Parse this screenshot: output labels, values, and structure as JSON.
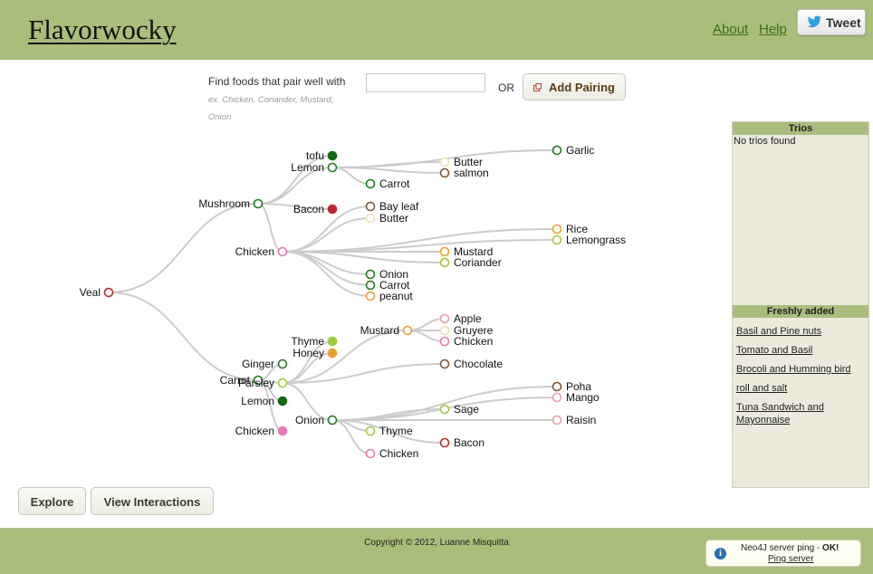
{
  "header": {
    "logo": "Flavorwocky",
    "nav": {
      "about": "About",
      "help": "Help"
    },
    "tweet_label": "Tweet"
  },
  "search": {
    "label": "Find foods that pair well with",
    "hint": "ex. Chicken, Coriander, Mustard, Onion",
    "value": "",
    "placeholder": "",
    "or_label": "OR",
    "add_pairing_label": "Add Pairing"
  },
  "buttons": {
    "explore": "Explore",
    "view_interactions": "View Interactions"
  },
  "side_panel": {
    "trios_title": "Trios",
    "trios_empty": "No trios found",
    "fresh_title": "Freshly added",
    "fresh_items": [
      "Basil and Pine nuts",
      "Tomato and Basil",
      "Brocoli and Humming bird",
      "roll and salt",
      "Tuna Sandwich and Mayonnaise"
    ]
  },
  "footer": {
    "copyright": "Copyright © 2012, Luanne Misquitta",
    "ping_prefix": "Neo4J server ping - ",
    "ping_status": "OK!",
    "ping_link": "Ping server"
  },
  "colors": {
    "header_bg": "#a9be7b",
    "link": "#3f6d18",
    "edge": "#cccccc",
    "red": "#c0262e",
    "green": "#1f7a1f",
    "dark_green": "#0f6b0f",
    "pink": "#e87ab6",
    "light_green": "#9ccc3a",
    "orange": "#e8a030",
    "brown": "#7a5a3a",
    "cream": "#f3dfb8",
    "light_pink": "#e8a0a8"
  },
  "graph": {
    "nodes": [
      {
        "id": "Veal",
        "label": "Veal",
        "color": "red"
      },
      {
        "id": "Mushroom",
        "label": "Mushroom",
        "color": "green"
      },
      {
        "id": "tofu",
        "label": "tofu",
        "color": "dark_green",
        "filled": true
      },
      {
        "id": "Lemon1",
        "label": "Lemon",
        "color": "green"
      },
      {
        "id": "Bacon1",
        "label": "Bacon",
        "color": "red",
        "filled": true
      },
      {
        "id": "Chicken1",
        "label": "Chicken",
        "color": "pink"
      },
      {
        "id": "Garlic",
        "label": "Garlic",
        "color": "green"
      },
      {
        "id": "Butter1",
        "label": "Butter",
        "color": "cream"
      },
      {
        "id": "salmon",
        "label": "salmon",
        "color": "brown"
      },
      {
        "id": "Carrot1",
        "label": "Carrot",
        "color": "green"
      },
      {
        "id": "Bayleaf",
        "label": "Bay leaf",
        "color": "brown"
      },
      {
        "id": "Butter2",
        "label": "Butter",
        "color": "cream"
      },
      {
        "id": "Rice",
        "label": "Rice",
        "color": "orange"
      },
      {
        "id": "Lemongrass",
        "label": "Lemongrass",
        "color": "light_green"
      },
      {
        "id": "Mustard1",
        "label": "Mustard",
        "color": "orange"
      },
      {
        "id": "Coriander",
        "label": "Coriander",
        "color": "light_green"
      },
      {
        "id": "Onion1",
        "label": "Onion",
        "color": "green"
      },
      {
        "id": "Carrot2",
        "label": "Carrot",
        "color": "green"
      },
      {
        "id": "peanut",
        "label": "peanut",
        "color": "orange"
      },
      {
        "id": "Carrot3",
        "label": "Carrot",
        "color": "green"
      },
      {
        "id": "Ginger",
        "label": "Ginger",
        "color": "green"
      },
      {
        "id": "Parsley",
        "label": "Parsley",
        "color": "light_green"
      },
      {
        "id": "Lemon2",
        "label": "Lemon",
        "color": "dark_green",
        "filled": true
      },
      {
        "id": "Chicken2",
        "label": "Chicken",
        "color": "pink",
        "filled": true
      },
      {
        "id": "Thyme1",
        "label": "Thyme",
        "color": "light_green",
        "filled": true
      },
      {
        "id": "Honey",
        "label": "Honey",
        "color": "orange",
        "filled": true
      },
      {
        "id": "Mustard2",
        "label": "Mustard",
        "color": "orange"
      },
      {
        "id": "Apple",
        "label": "Apple",
        "color": "light_pink"
      },
      {
        "id": "Gruyere",
        "label": "Gruyere",
        "color": "cream"
      },
      {
        "id": "Chicken3",
        "label": "Chicken",
        "color": "pink"
      },
      {
        "id": "Chocolate",
        "label": "Chocolate",
        "color": "brown"
      },
      {
        "id": "Onion2",
        "label": "Onion",
        "color": "green"
      },
      {
        "id": "Poha",
        "label": "Poha",
        "color": "brown"
      },
      {
        "id": "Mango",
        "label": "Mango",
        "color": "light_pink"
      },
      {
        "id": "Sage",
        "label": "Sage",
        "color": "light_green"
      },
      {
        "id": "Raisin",
        "label": "Raisin",
        "color": "light_pink"
      },
      {
        "id": "Thyme2",
        "label": "Thyme",
        "color": "light_green"
      },
      {
        "id": "Bacon2",
        "label": "Bacon",
        "color": "red"
      },
      {
        "id": "Chicken4",
        "label": "Chicken",
        "color": "pink"
      }
    ],
    "edges": [
      [
        "Veal",
        "Mushroom"
      ],
      [
        "Veal",
        "Carrot3"
      ],
      [
        "Mushroom",
        "tofu"
      ],
      [
        "Mushroom",
        "Lemon1"
      ],
      [
        "Mushroom",
        "Bacon1"
      ],
      [
        "Mushroom",
        "Chicken1"
      ],
      [
        "Lemon1",
        "Garlic"
      ],
      [
        "Lemon1",
        "Butter1"
      ],
      [
        "Lemon1",
        "salmon"
      ],
      [
        "Lemon1",
        "Carrot1"
      ],
      [
        "Chicken1",
        "Bayleaf"
      ],
      [
        "Chicken1",
        "Butter2"
      ],
      [
        "Chicken1",
        "Rice"
      ],
      [
        "Chicken1",
        "Lemongrass"
      ],
      [
        "Chicken1",
        "Mustard1"
      ],
      [
        "Chicken1",
        "Coriander"
      ],
      [
        "Chicken1",
        "Onion1"
      ],
      [
        "Chicken1",
        "Carrot2"
      ],
      [
        "Chicken1",
        "peanut"
      ],
      [
        "Carrot3",
        "Ginger"
      ],
      [
        "Carrot3",
        "Parsley"
      ],
      [
        "Carrot3",
        "Lemon2"
      ],
      [
        "Carrot3",
        "Chicken2"
      ],
      [
        "Parsley",
        "Thyme1"
      ],
      [
        "Parsley",
        "Honey"
      ],
      [
        "Parsley",
        "Mustard2"
      ],
      [
        "Parsley",
        "Chocolate"
      ],
      [
        "Parsley",
        "Onion2"
      ],
      [
        "Mustard2",
        "Apple"
      ],
      [
        "Mustard2",
        "Gruyere"
      ],
      [
        "Mustard2",
        "Chicken3"
      ],
      [
        "Onion2",
        "Poha"
      ],
      [
        "Onion2",
        "Mango"
      ],
      [
        "Onion2",
        "Sage"
      ],
      [
        "Onion2",
        "Raisin"
      ],
      [
        "Onion2",
        "Thyme2"
      ],
      [
        "Onion2",
        "Bacon2"
      ],
      [
        "Onion2",
        "Chicken4"
      ]
    ]
  }
}
